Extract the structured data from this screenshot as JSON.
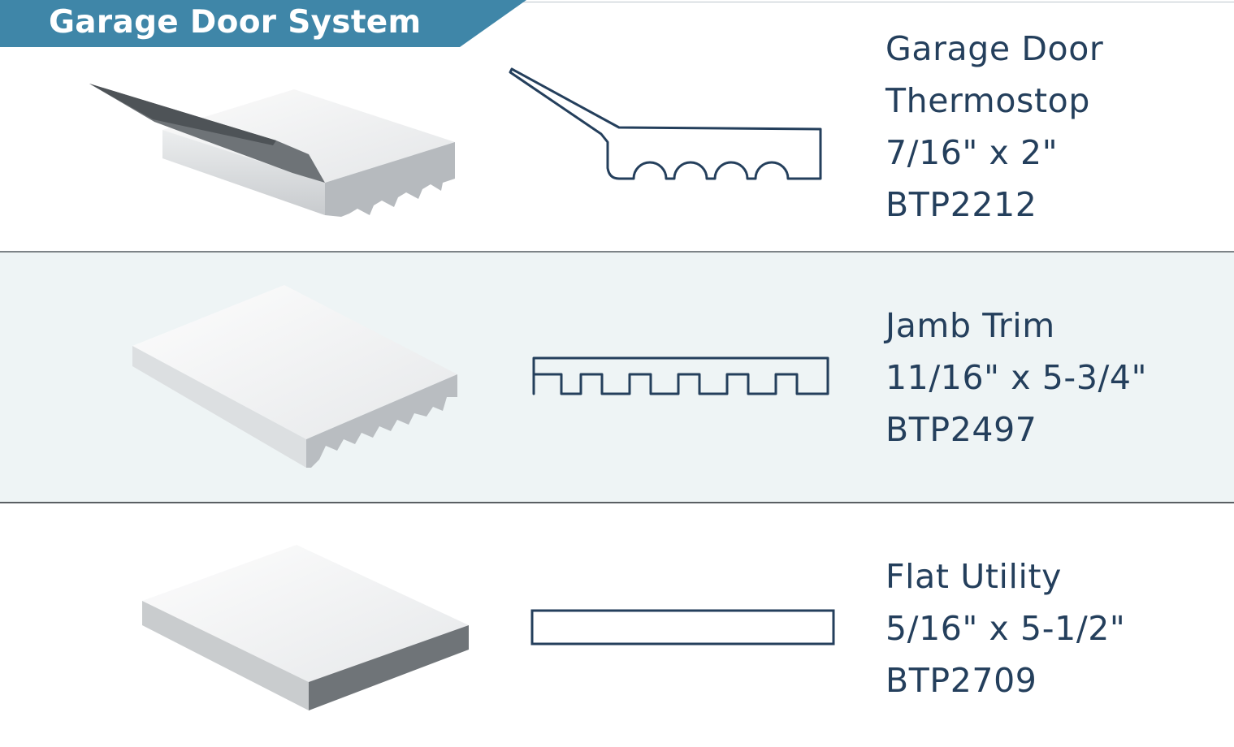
{
  "banner": {
    "title": "Garage Door System",
    "color": "#3f86a8"
  },
  "text_color": "#243f5c",
  "products": [
    {
      "name_line1": "Garage Door",
      "name_line2": "Thermostop",
      "size": "7/16\" x 2\"",
      "sku": "BTP2212"
    },
    {
      "name": "Jamb Trim",
      "size": "11/16\" x 5-3/4\"",
      "sku": "BTP2497"
    },
    {
      "name": "Flat Utility",
      "size": "5/16\" x 5-1/2\"",
      "sku": "BTP2709"
    }
  ]
}
